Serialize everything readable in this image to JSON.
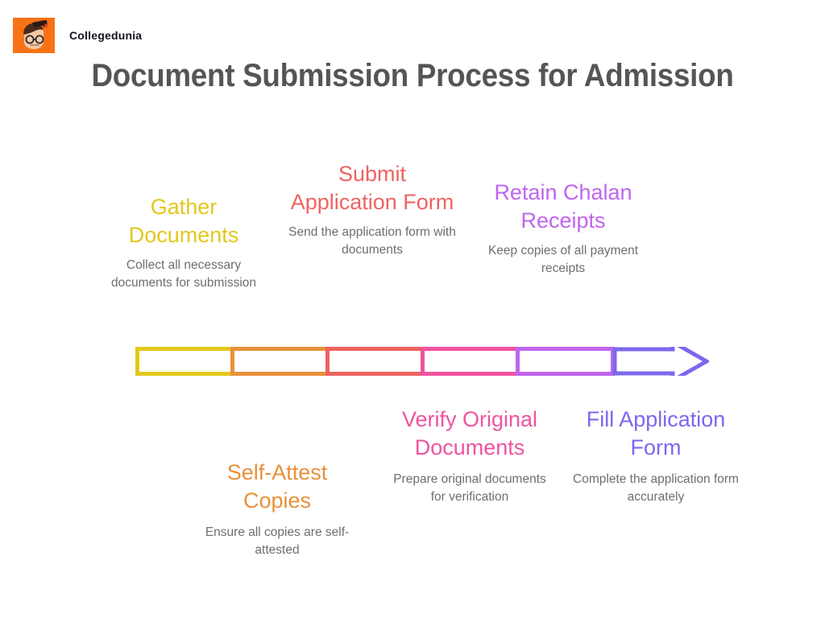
{
  "brand": {
    "name": "Collegedunia",
    "logo_icon": "student-avatar-graduation-cap-icon",
    "logo_bg": "#f97316"
  },
  "header": {
    "title": "Document Submission Process for Admission",
    "title_color": "#555555"
  },
  "chart_data": {
    "type": "process-timeline",
    "title": "Document Submission Process for Admission",
    "orientation": "horizontal",
    "arrow_direction": "right",
    "segment_count": 6,
    "steps": [
      {
        "index": 1,
        "title": "Gather Documents",
        "description": "Collect all necessary documents for submission",
        "color": "#e3c71d",
        "position": "above"
      },
      {
        "index": 2,
        "title": "Self-Attest Copies",
        "description": "Ensure all copies are self-attested",
        "color": "#e8913a",
        "position": "below"
      },
      {
        "index": 3,
        "title": "Submit Application Form",
        "description": "Send the application form with documents",
        "color": "#ef6361",
        "position": "above"
      },
      {
        "index": 4,
        "title": "Verify Original Documents",
        "description": "Prepare original documents for verification",
        "color": "#f0539f",
        "position": "below"
      },
      {
        "index": 5,
        "title": "Retain Chalan Receipts",
        "description": "Keep copies of all payment receipts",
        "color": "#c065ef",
        "position": "above"
      },
      {
        "index": 6,
        "title": "Fill Application Form",
        "description": "Complete the application form accurately",
        "color": "#7b68ee",
        "position": "below"
      }
    ],
    "description_color": "#6e6e6e",
    "background": "#ffffff"
  }
}
